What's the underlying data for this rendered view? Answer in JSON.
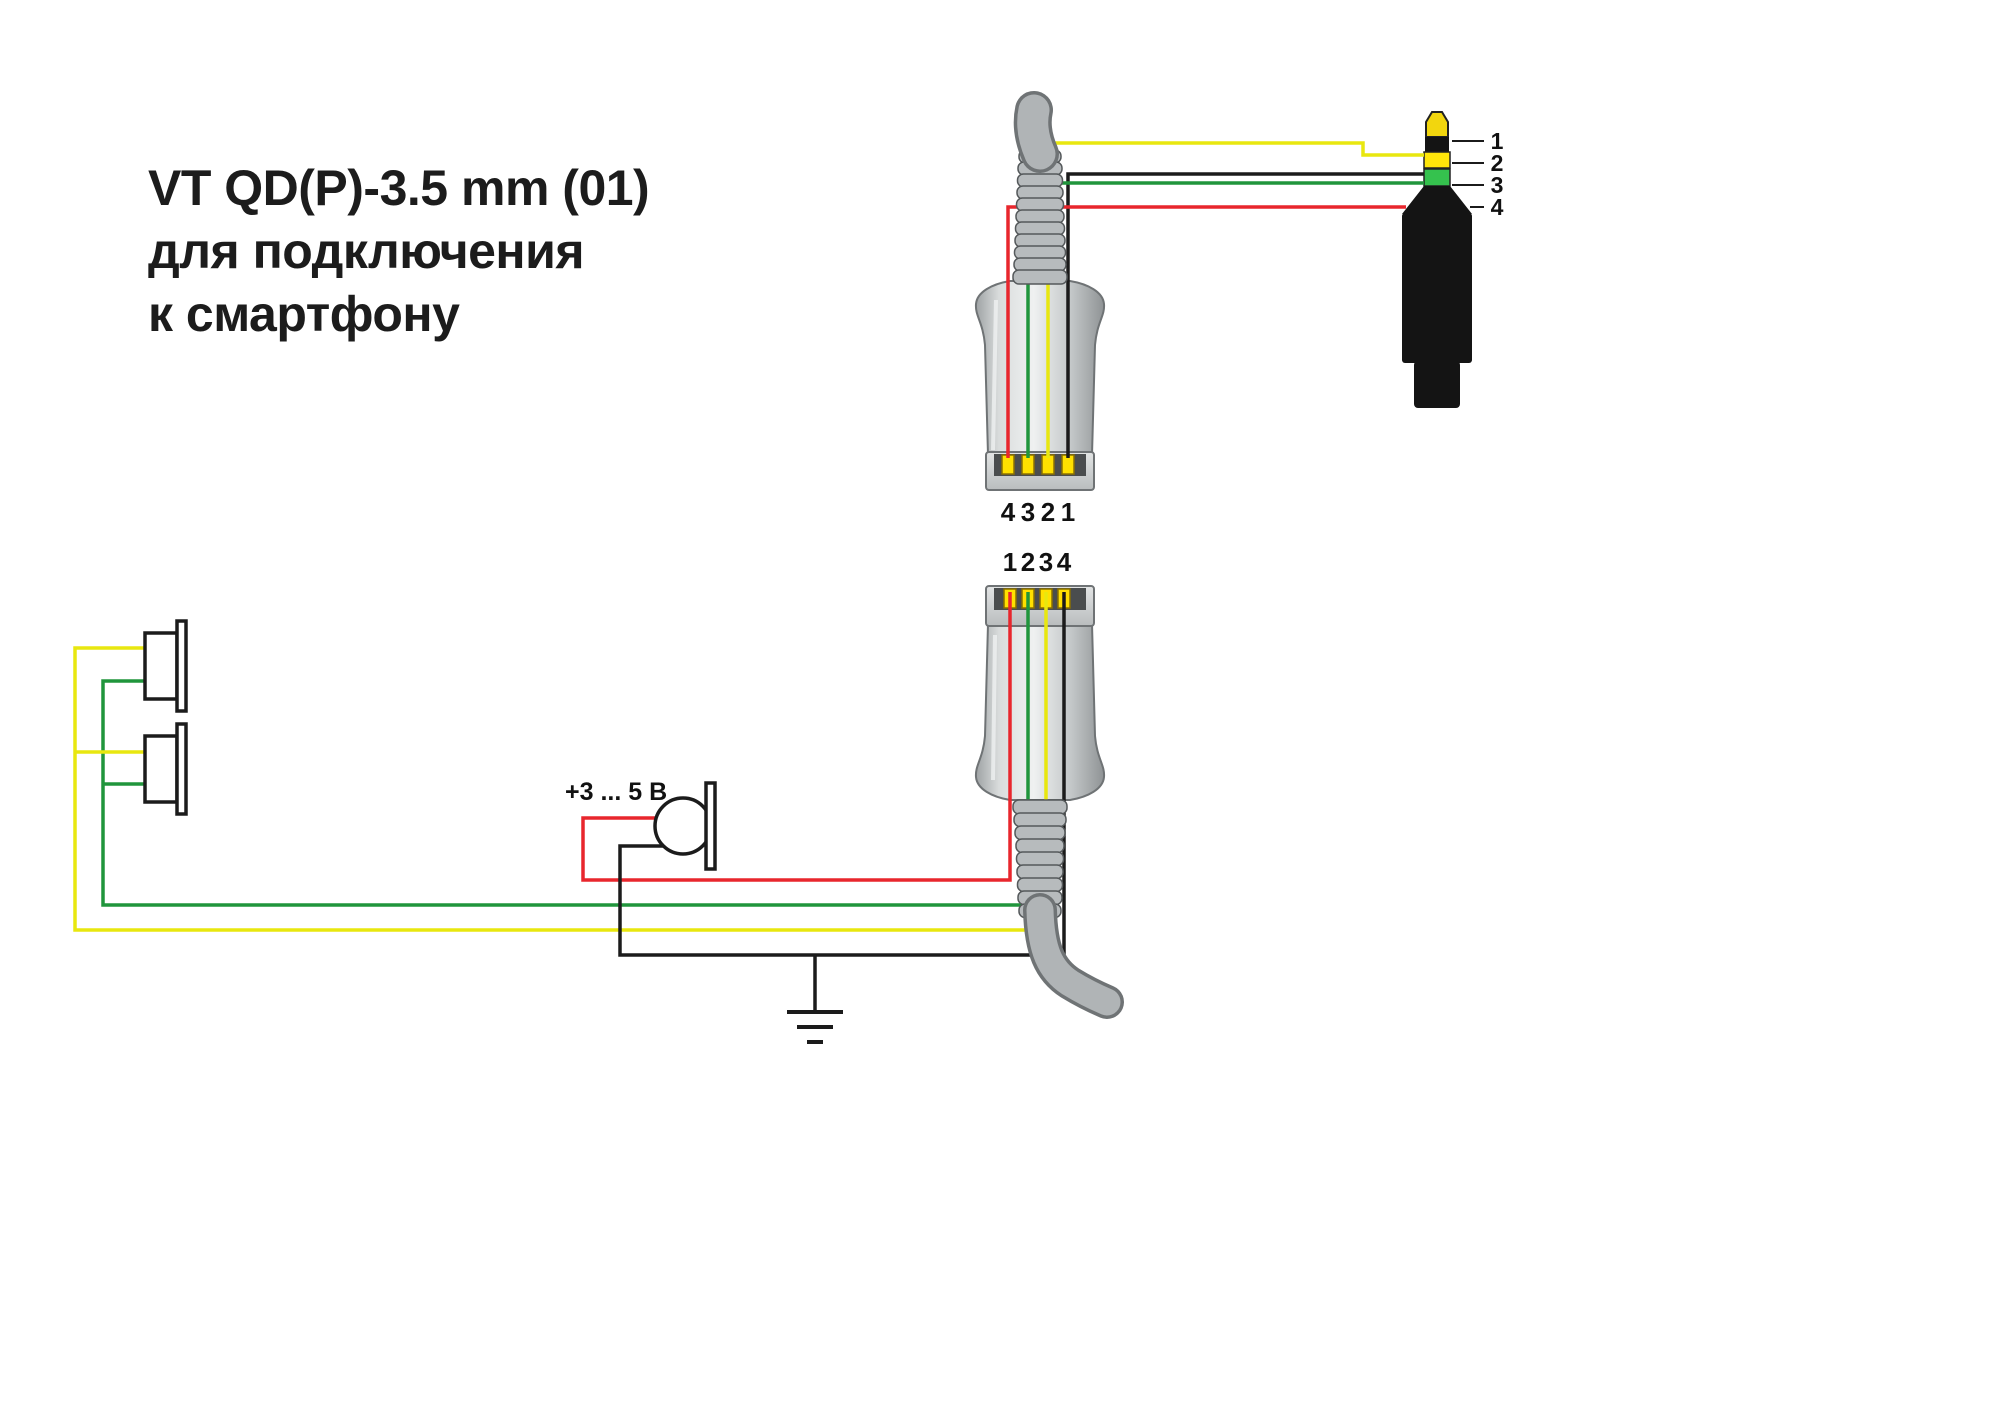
{
  "title": {
    "line1": "VT QD(P)-3.5 mm (01)",
    "line2": "для подключения",
    "line3": "к смартфону"
  },
  "top_connector": {
    "pin_labels": [
      "4",
      "3",
      "2",
      "1"
    ]
  },
  "bottom_connector": {
    "pin_labels": [
      "1",
      "2",
      "3",
      "4"
    ]
  },
  "jack": {
    "pin_labels": [
      "1",
      "2",
      "3",
      "4"
    ]
  },
  "microphone": {
    "voltage_label": "+3 ... 5 В"
  },
  "colors": {
    "wire_red": "#e8262d",
    "wire_green": "#20953c",
    "wire_yellow": "#e8e70f",
    "wire_black": "#1b1b1b",
    "jack_tip": "#f2d60e",
    "jack_band_yellow": "#ffe60a",
    "jack_band_green": "#35c24e",
    "jack_black": "#141414",
    "contact_yellow": "#ffe000"
  }
}
